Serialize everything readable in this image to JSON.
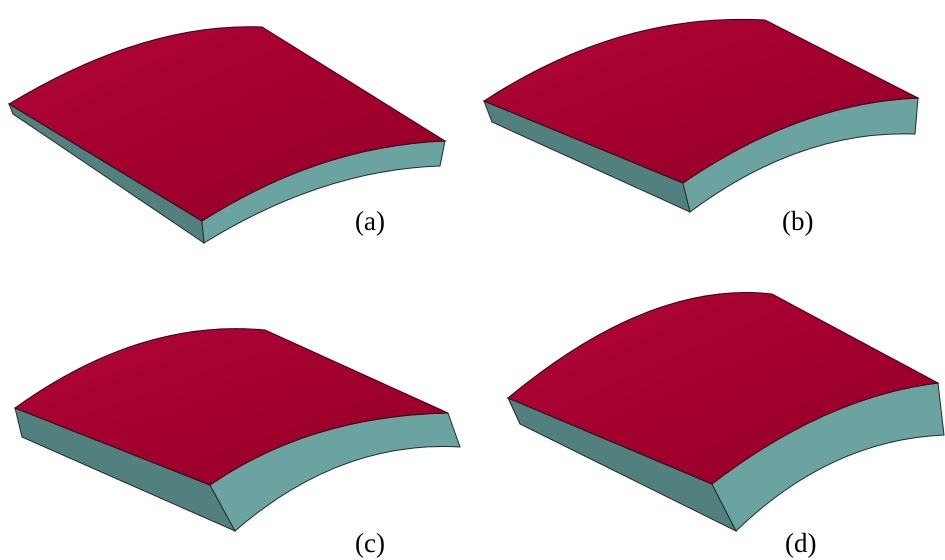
{
  "panels": [
    {
      "label": "(a)"
    },
    {
      "label": "(b)"
    },
    {
      "label": "(c)"
    },
    {
      "label": "(d)"
    }
  ],
  "colors": {
    "top_face": "#a5002f",
    "front_face": "#52807e",
    "side_face": "#6ba3a0"
  }
}
